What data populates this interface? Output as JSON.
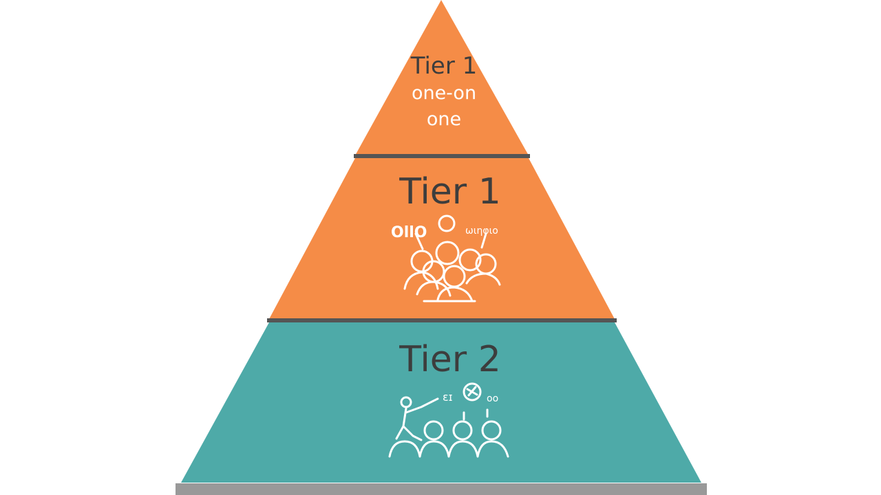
{
  "colors": {
    "background": "#ffffff",
    "tier_top": "#f58c47",
    "tier_middle": "#f58c47",
    "tier_bottom": "#4eaaa8",
    "divider": "#555555",
    "base_bar": "#999999",
    "title_text": "#3d3d3d",
    "icon_color": "#ffffff"
  },
  "tiers": [
    {
      "title": "Tier 1",
      "subtitle_lines": [
        "one-on",
        "one"
      ],
      "icon": null
    },
    {
      "title": "Tier 1",
      "icon": "small-group-icon"
    },
    {
      "title": "Tier 2",
      "icon": "classroom-teacher-icon"
    }
  ]
}
